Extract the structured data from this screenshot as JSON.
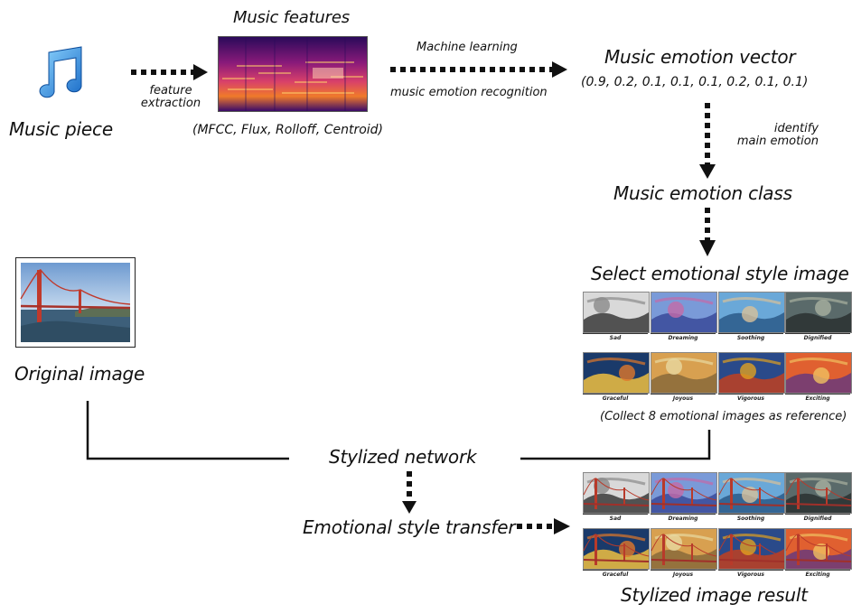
{
  "labels": {
    "music_piece": "Music piece",
    "feature_extraction_1": "feature",
    "feature_extraction_2": "extraction",
    "music_features": "Music features",
    "feature_list": "(MFCC, Flux, Rolloff, Centroid)",
    "machine_learning": "Machine learning",
    "music_emotion_recognition": "music emotion recognition",
    "music_emotion_vector": "Music emotion vector",
    "vector_values": "(0.9, 0.2, 0.1, 0.1, 0.1, 0.2, 0.1, 0.1)",
    "identify_1": "identify",
    "identify_2": "main emotion",
    "music_emotion_class": "Music emotion class",
    "select_style_image": "Select emotional style image",
    "collect_note": "(Collect 8 emotional images as reference)",
    "original_image": "Original image",
    "stylized_network": "Stylized network",
    "emotional_style_transfer": "Emotional style transfer",
    "stylized_image_result": "Stylized image result"
  },
  "emotions": [
    "Sad",
    "Dreaming",
    "Soothing",
    "Dignified",
    "Graceful",
    "Joyous",
    "Vigorous",
    "Exciting"
  ],
  "colors": {
    "arrow": "#111111",
    "spectrogram_dark": "#3a0a6a",
    "spectrogram_hot": "#f07a2a",
    "note_icon": "#2a8de0"
  },
  "icons": [
    "music-note-icon"
  ]
}
